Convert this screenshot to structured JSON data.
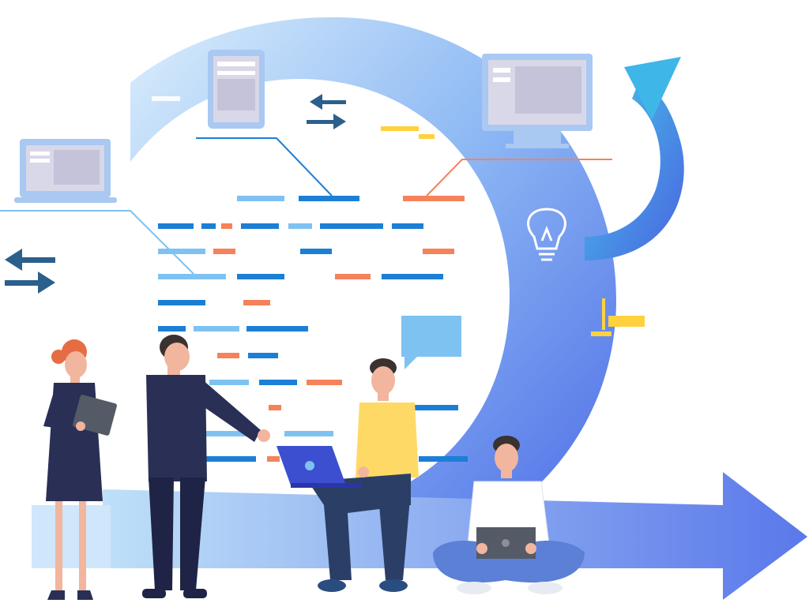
{
  "scene": {
    "background": "#ffffff",
    "colors": {
      "cycle_light": "#cfe6fb",
      "cycle_mid": "#8fbaf4",
      "cycle_dark": "#4a68e6",
      "arrow_cyan": "#3fb6e8",
      "bar_dark": "#1c7fd6",
      "bar_light": "#7ec2f2",
      "bar_orange": "#f5825a",
      "arrow_navy": "#2b5f8c",
      "device_frame": "#a9c8f2",
      "device_screen": "#d9d8e8",
      "chat_bubble": "#7ec2f2",
      "note_yellow": "#ffd23d",
      "suit_navy": "#2a2f55",
      "sweater_yellow": "#ffd966",
      "skin": "#f2b59d",
      "hair_red": "#e66c44",
      "hair_dark": "#3a3230",
      "laptop_blue": "#3d4fd1",
      "laptop_gray": "#555b66",
      "jeans_blue": "#5b80d6",
      "pants_navy": "#2b3f66"
    },
    "icons": [
      "lightbulb-icon",
      "swap-arrows-icon",
      "laptop-icon",
      "tablet-icon",
      "monitor-icon",
      "chat-bubble-icon",
      "sticky-note-icon"
    ],
    "people": [
      {
        "name": "woman-with-tablet",
        "pose": "standing"
      },
      {
        "name": "man-in-suit-pointing",
        "pose": "standing"
      },
      {
        "name": "man-with-laptop-sitting",
        "pose": "seated"
      },
      {
        "name": "man-cross-legged-with-laptop",
        "pose": "seated"
      }
    ]
  }
}
